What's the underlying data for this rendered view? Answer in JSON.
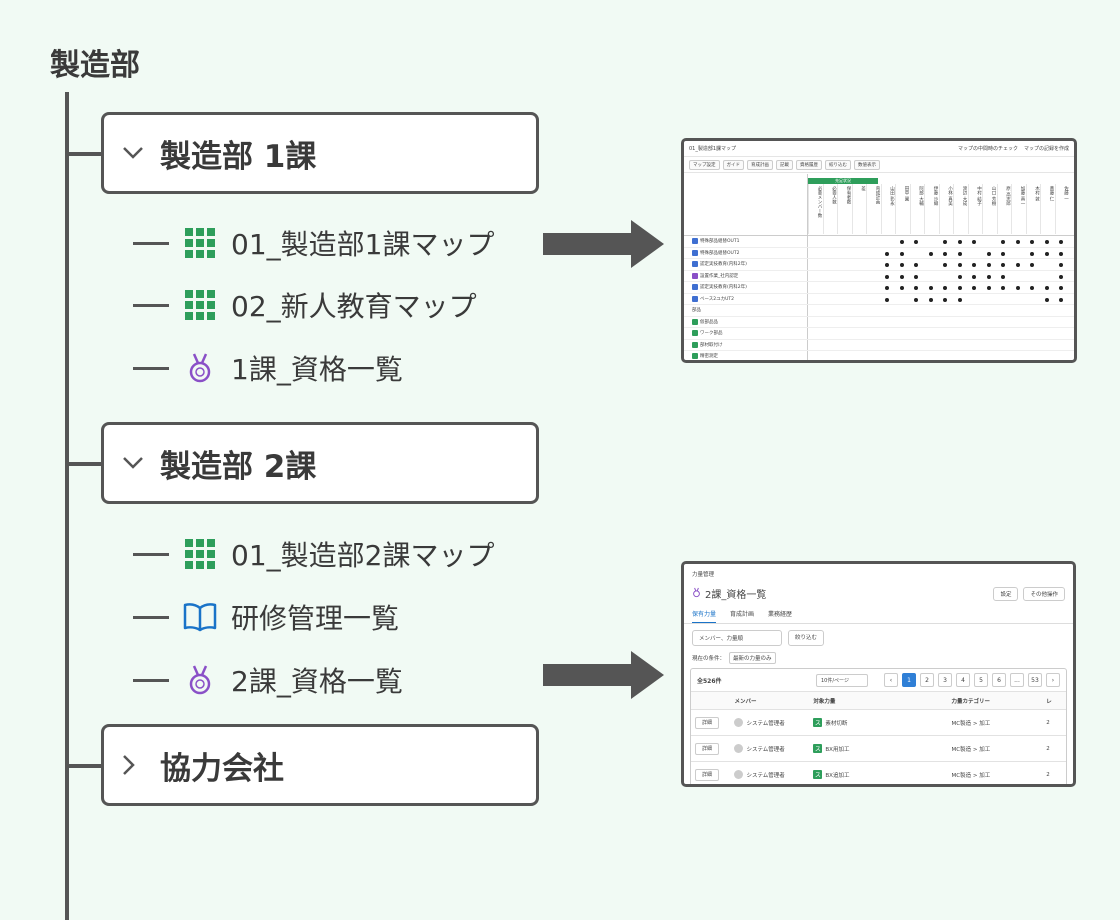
{
  "root": {
    "title": "製造部"
  },
  "groups": [
    {
      "label": "製造部 1課",
      "expanded": true,
      "items": [
        {
          "label": "01_製造部1課マップ",
          "icon": "grid-icon"
        },
        {
          "label": "02_新人教育マップ",
          "icon": "grid-icon"
        },
        {
          "label": "1課_資格一覧",
          "icon": "medal-icon"
        }
      ]
    },
    {
      "label": "製造部 2課",
      "expanded": true,
      "items": [
        {
          "label": "01_製造部2課マップ",
          "icon": "grid-icon"
        },
        {
          "label": "研修管理一覧",
          "icon": "book-icon"
        },
        {
          "label": "2課_資格一覧",
          "icon": "medal-icon"
        }
      ]
    },
    {
      "label": "協力会社",
      "expanded": false,
      "items": []
    }
  ],
  "map_preview": {
    "title": "01_製造部1課マップ",
    "top_right": [
      "マップの中間時のチェック",
      "マップの記録を作成"
    ],
    "tools": [
      "マップ設定",
      "ガイド",
      "育成計画",
      "記載",
      "資格履歴",
      "絞り込む",
      "数値表示"
    ],
    "green_header": "充足状況",
    "summary_columns": [
      "必要メンバー数",
      "必要人数",
      "保有者数",
      "差",
      "育成計画"
    ],
    "member_columns": [
      "山田 彰永",
      "田中 翼",
      "阿部 大輔",
      "伊藤 沙織",
      "小林 真美",
      "渡辺 大成",
      "中村 結子",
      "山口 芳樹",
      "原 高志郎",
      "加藤 真一",
      "木村 敦",
      "斎藤 仁",
      "佐藤 一"
    ],
    "rows": [
      {
        "label": "特殊部品組替OUT1",
        "color": "blue"
      },
      {
        "label": "特殊部品組替OUT2",
        "color": "blue"
      },
      {
        "label": "認定実技教育(内科2年)",
        "color": "blue"
      },
      {
        "label": "設置作業_社内認定",
        "color": "purple"
      },
      {
        "label": "認定実技教育(内科2年)",
        "color": "blue"
      },
      {
        "label": "ベース2ユカUT2",
        "color": "blue"
      },
      {
        "label": "部品",
        "color": "none"
      },
      {
        "label": "仮部品品",
        "color": "green"
      },
      {
        "label": "ワーク部品",
        "color": "green"
      },
      {
        "label": "部材取付け",
        "color": "green"
      },
      {
        "label": "精密測定",
        "color": "green"
      }
    ]
  },
  "list_preview": {
    "breadcrumb": "力量管理",
    "title": "2課_資格一覧",
    "settings_button": "設定",
    "other_button": "その他操作",
    "tabs": [
      "保有力量",
      "育成計画",
      "業務経歴"
    ],
    "filter_select": "メンバー、力量順",
    "filter_button": "絞り込む",
    "condition_label": "現在の条件：",
    "condition_chip": "最新の力量のみ",
    "total": "全526件",
    "per_page": "10件/ページ",
    "pages": [
      "1",
      "2",
      "3",
      "4",
      "5",
      "6",
      "...",
      "53"
    ],
    "headers": [
      "メンバー",
      "対象力量",
      "力量カテゴリー",
      "レ"
    ],
    "rows": [
      {
        "button": "詳細",
        "member": "システム管理者",
        "skill": "素材切断",
        "category": "MC製造 > 加工",
        "level": "2"
      },
      {
        "button": "詳細",
        "member": "システム管理者",
        "skill": "BX用加工",
        "category": "MC製造 > 加工",
        "level": "2"
      },
      {
        "button": "詳細",
        "member": "システム管理者",
        "skill": "BX追加工",
        "category": "MC製造 > 加工",
        "level": "2"
      }
    ]
  },
  "colors": {
    "background": "#f1faf4",
    "line": "#555555",
    "grid_icon": "#2e9e5b",
    "medal_icon": "#8a50c7",
    "book_icon": "#1a73c8",
    "arrow": "#555555"
  }
}
